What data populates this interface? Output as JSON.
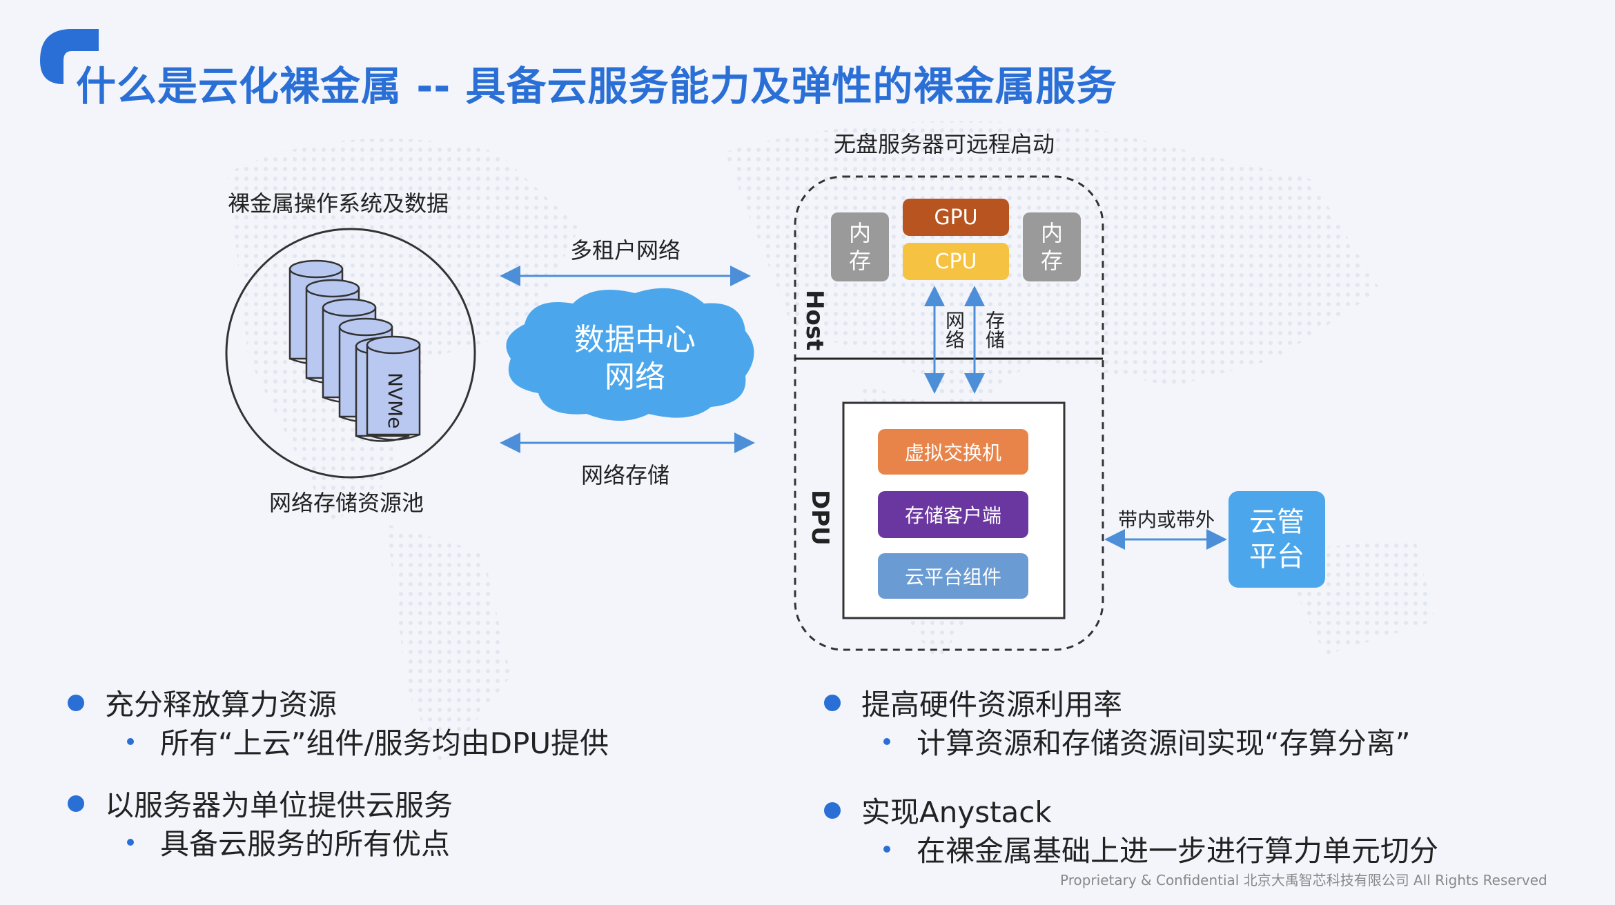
{
  "title": "什么是云化裸金属 -- 具备云服务能力及弹性的裸金属服务",
  "left": {
    "os_label": "裸金属操作系统及数据",
    "nvme_label": "NVMe",
    "pool_label": "网络存储资源池"
  },
  "middle": {
    "multi_tenant": "多租户网络",
    "cloud_line1": "数据中心",
    "cloud_line2": "网络",
    "net_storage": "网络存储"
  },
  "right": {
    "diskless_label": "无盘服务器可远程启动",
    "mem_char1": "内",
    "mem_char2": "存",
    "gpu": "GPU",
    "cpu": "CPU",
    "host": "Host",
    "net": "网络",
    "storage": "存储",
    "dpu": "DPU",
    "vswitch": "虚拟交换机",
    "storage_client": "存储客户端",
    "cloud_component": "云平台组件",
    "band_label": "带内或带外",
    "mgmt_line1": "云管",
    "mgmt_line2": "平台"
  },
  "bullets": {
    "b1": "充分释放算力资源",
    "b1_sub": "所有“上云”组件/服务均由DPU提供",
    "b2": "以服务器为单位提供云服务",
    "b2_sub": "具备云服务的所有优点",
    "b3": "提高硬件资源利用率",
    "b3_sub": "计算资源和存储资源间实现“存算分离”",
    "b4": "实现Anystack",
    "b4_sub": "在裸金属基础上进一步进行算力单元切分"
  },
  "footer": "Proprietary & Confidential 北京大禹智芯科技有限公司 All Rights Reserved",
  "colors": {
    "title": "#2a6fd6",
    "gpu": "#b8541f",
    "cpu": "#f5c242",
    "vswitch": "#e8844a",
    "storage_client": "#6a37a0",
    "cloud_component": "#6b9bd3",
    "mgmt": "#4ca6ec",
    "cloud": "#4ca6ec"
  }
}
